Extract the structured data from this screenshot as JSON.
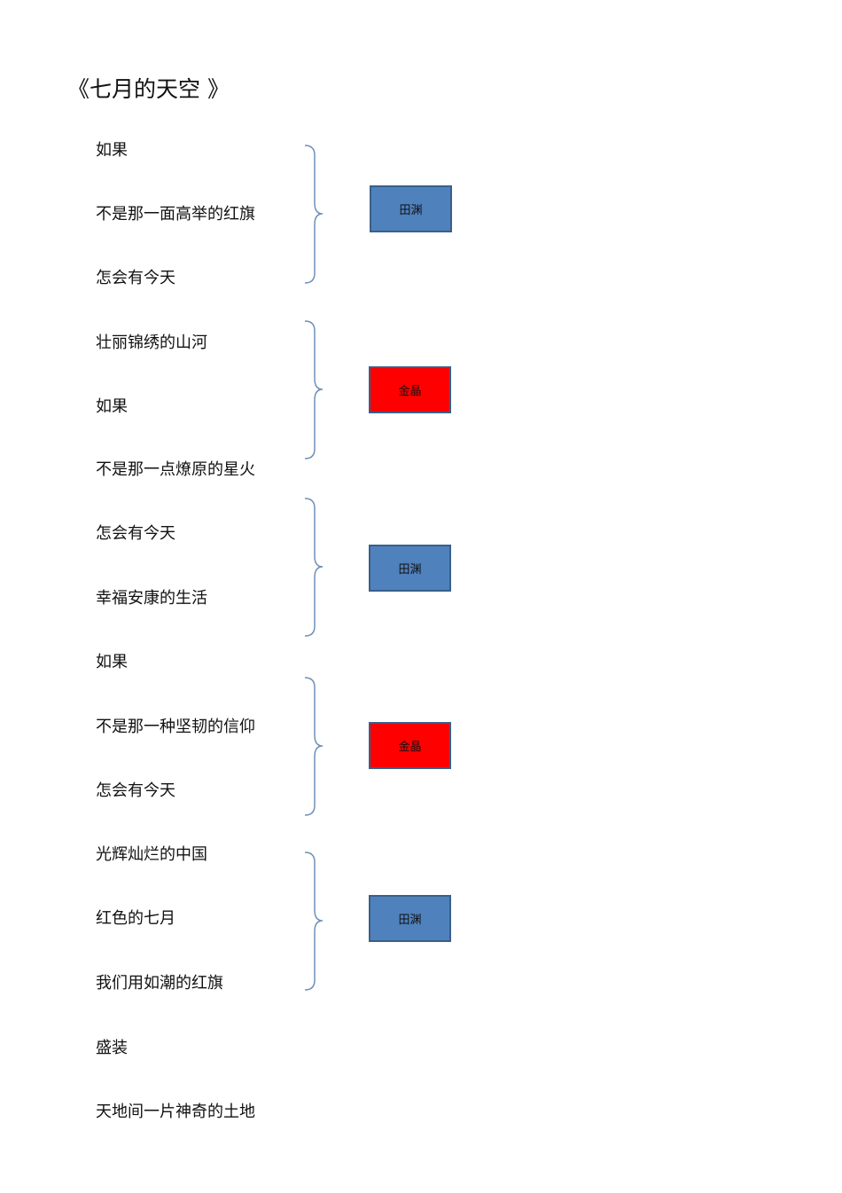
{
  "document": {
    "title": "《七月的天空 》",
    "lines": [
      "如果",
      "不是那一面高举的红旗",
      "怎会有今天",
      "壮丽锦绣的山河",
      "如果",
      "不是那一点燎原的星火",
      "怎会有今天",
      "幸福安康的生活",
      "如果",
      "不是那一种坚韧的信仰",
      "怎会有今天",
      "光辉灿烂的中国",
      "红色的七月",
      "我们用如潮的红旗",
      "盛装",
      "天地间一片神奇的土地"
    ],
    "speakers": [
      {
        "label": "田渊",
        "color": "#4f81bd"
      },
      {
        "label": "金晶",
        "color": "#ff0000"
      },
      {
        "label": "田渊",
        "color": "#4f81bd"
      },
      {
        "label": "金晶",
        "color": "#ff0000"
      },
      {
        "label": "田渊",
        "color": "#4f81bd"
      }
    ]
  }
}
